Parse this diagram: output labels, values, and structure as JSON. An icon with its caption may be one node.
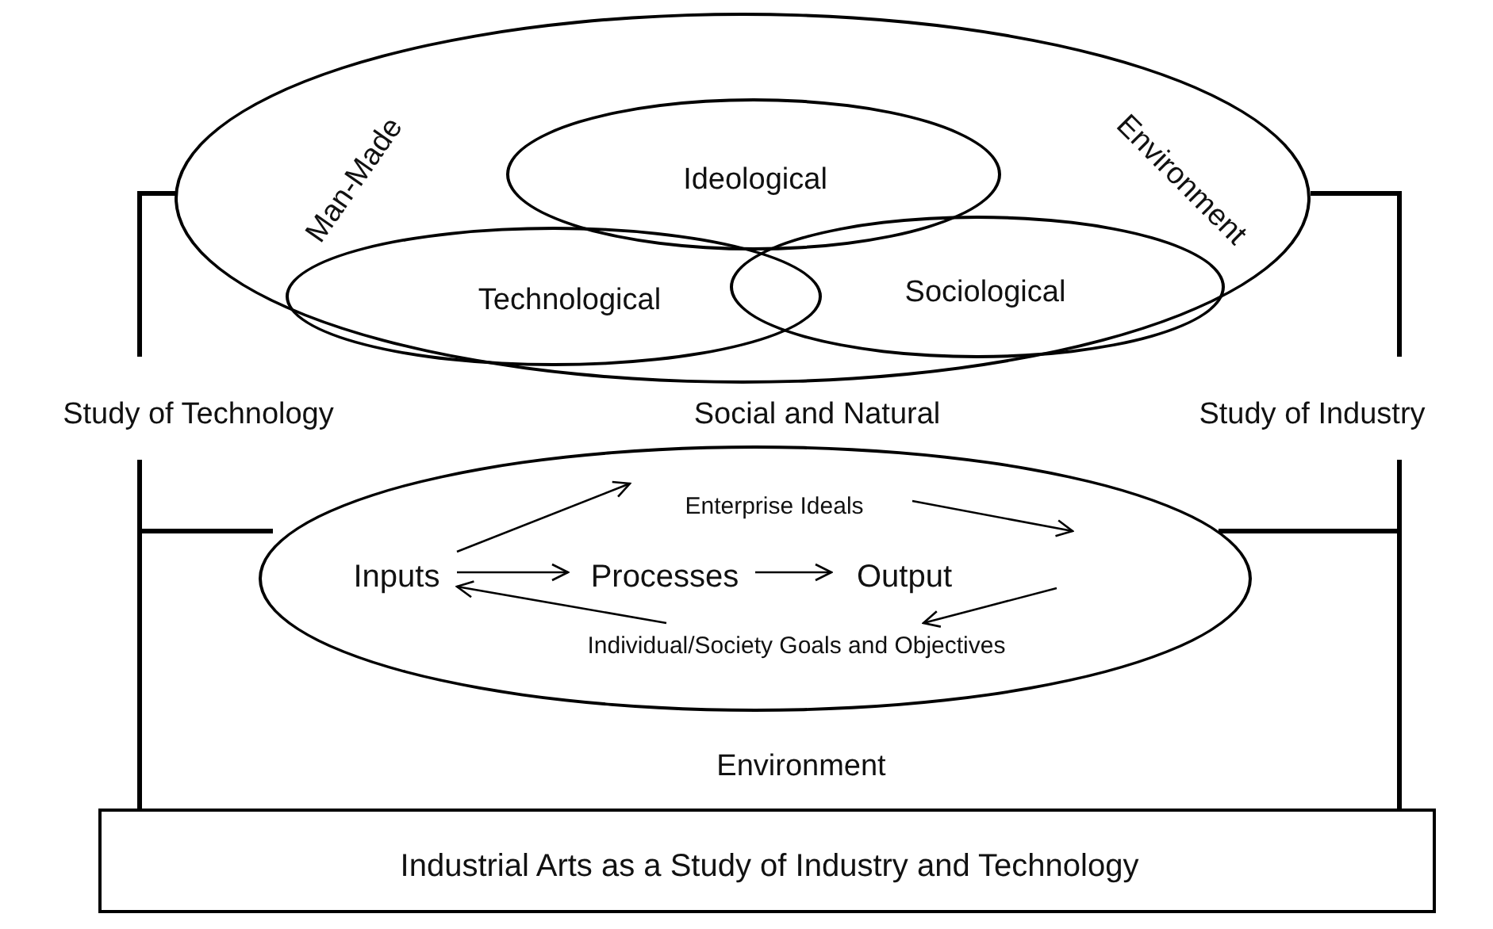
{
  "diagram": {
    "nodes": [
      {
        "text": [
          "Man-Made",
          "Environment"
        ]
      },
      {
        "text": [
          "Ideological"
        ],
        "in": 0
      },
      {
        "text": [
          "Technological"
        ],
        "in": 0
      },
      {
        "text": [
          "Sociological"
        ],
        "in": 0
      },
      {
        "text": [],
        "shape": "ellipse"
      },
      {
        "text": [
          "Enterprise Ideals"
        ],
        "in": 4
      },
      {
        "text": [
          "Inputs"
        ],
        "in": 4
      },
      {
        "text": [
          "Processes"
        ],
        "in": 4
      },
      {
        "text": [
          "Output"
        ],
        "in": 4
      },
      {
        "text": [
          "Individual/Society Goals and Objectives"
        ],
        "in": 4
      },
      {
        "text": [
          "Industrial Arts as a Study of Industry and Technology"
        ]
      }
    ],
    "edges": [
      {
        "from": 6,
        "to": 5,
        "arrow": "to"
      },
      {
        "from": 5,
        "to": null,
        "arrow": "to"
      },
      {
        "from": null,
        "to": 9,
        "arrow": "to"
      },
      {
        "from": 9,
        "to": 6,
        "arrow": "to"
      },
      {
        "from": 6,
        "to": 7,
        "arrow": "to"
      },
      {
        "from": 7,
        "to": 8,
        "arrow": "to"
      }
    ],
    "labels": [
      "Study of Technology",
      "Social and Natural",
      "Study of Industry",
      "Environment"
    ]
  }
}
